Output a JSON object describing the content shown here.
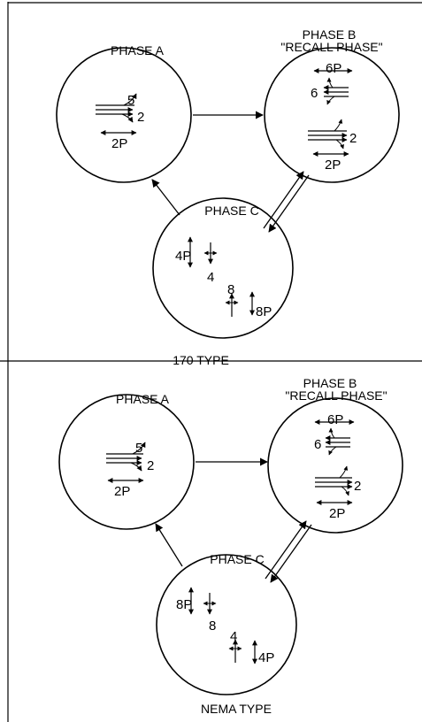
{
  "panels": [
    {
      "title": "170 TYPE",
      "phase_a": {
        "title": "PHASE A",
        "movements": [
          "5",
          "2",
          "2P"
        ]
      },
      "phase_b": {
        "title": "PHASE B",
        "subtitle": "\"RECALL PHASE\"",
        "movements": [
          "6P",
          "6",
          "2",
          "2P"
        ]
      },
      "phase_c": {
        "title": "PHASE C",
        "movements": [
          "4P",
          "4",
          "8",
          "8P"
        ]
      }
    },
    {
      "title": "NEMA TYPE",
      "phase_a": {
        "title": "PHASE A",
        "movements": [
          "5",
          "2",
          "2P"
        ]
      },
      "phase_b": {
        "title": "PHASE B",
        "subtitle": "\"RECALL PHASE\"",
        "movements": [
          "6P",
          "6",
          "2",
          "2P"
        ]
      },
      "phase_c": {
        "title": "PHASE C",
        "movements": [
          "8P",
          "8",
          "4",
          "4P"
        ]
      }
    }
  ]
}
